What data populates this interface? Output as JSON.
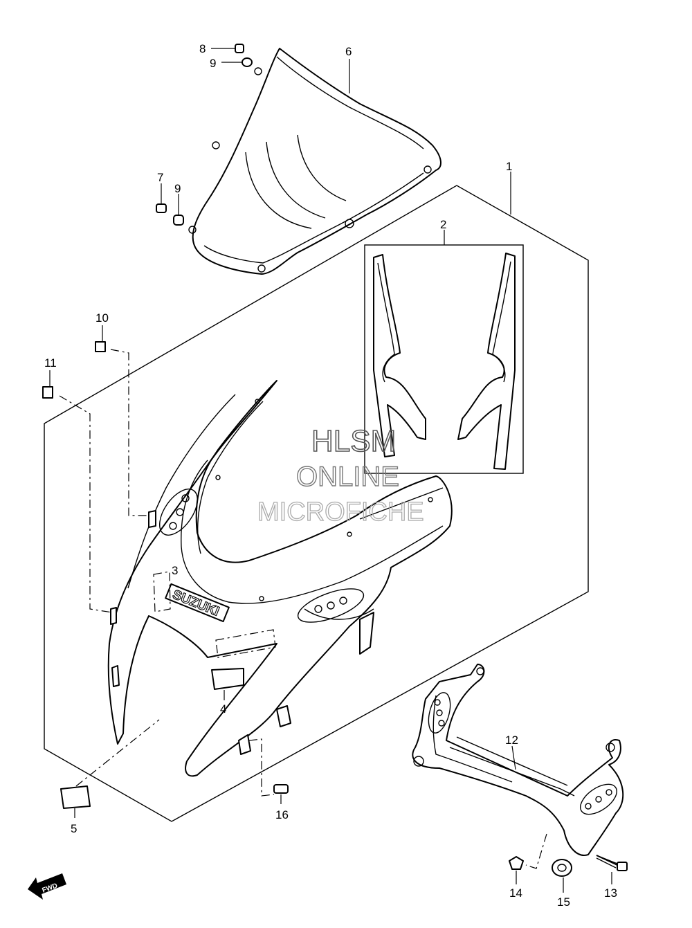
{
  "callouts": [
    "1",
    "2",
    "3",
    "4",
    "5",
    "6",
    "7",
    "8",
    "9",
    "9",
    "10",
    "11",
    "12",
    "13",
    "14",
    "15",
    "16"
  ],
  "watermark": {
    "line1": "HLSM",
    "line2": "ONLINE",
    "line3": "MICROFICHE"
  },
  "brand_logo": "SUZUKI",
  "direction_badge": "FWD"
}
